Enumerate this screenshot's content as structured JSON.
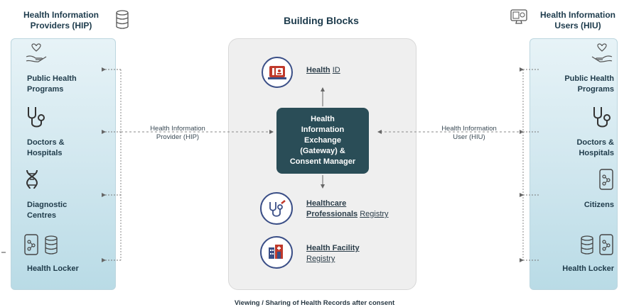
{
  "left_header": {
    "line1": "Health Information",
    "line2": "Providers (HIP)"
  },
  "center_header": "Building Blocks",
  "right_header": {
    "line1": "Health Information",
    "line2": "Users (HIU)"
  },
  "left_items": [
    {
      "line1": "Public Health",
      "line2": "Programs"
    },
    {
      "line1": "Doctors &",
      "line2": "Hospitals"
    },
    {
      "line1": "Diagnostic",
      "line2": "Centres"
    },
    {
      "line1": "Health Locker",
      "line2": ""
    }
  ],
  "right_items": [
    {
      "line1": "Public Health",
      "line2": "Programs"
    },
    {
      "line1": "Doctors &",
      "line2": "Hospitals"
    },
    {
      "line1": "Citizens",
      "line2": ""
    },
    {
      "line1": "Health Locker",
      "line2": ""
    }
  ],
  "hub": {
    "line1": "Health",
    "line2": "Information",
    "line3": "Exchange",
    "line4": "(Gateway) &",
    "line5": "Consent Manager"
  },
  "left_connector": {
    "line1": "Health Information",
    "line2": "Provider (HIP)"
  },
  "right_connector": {
    "line1": "Health Information",
    "line2": "User (HIU)"
  },
  "building_blocks": {
    "health_id": {
      "bold": "Health",
      "rest": "ID"
    },
    "hpr": {
      "line1_bold": "Healthcare",
      "line2_bold": "Professionals",
      "line2_rest": "Registry"
    },
    "hfr": {
      "line1_bold": "Health Facility",
      "line2_rest": "Registry"
    }
  },
  "footer": "Viewing / Sharing of Health Records after consent",
  "colors": {
    "hub": "#2a4d57",
    "panel": "#cfe6ee",
    "accent": "#c0392b",
    "ring": "#3b4f87"
  }
}
